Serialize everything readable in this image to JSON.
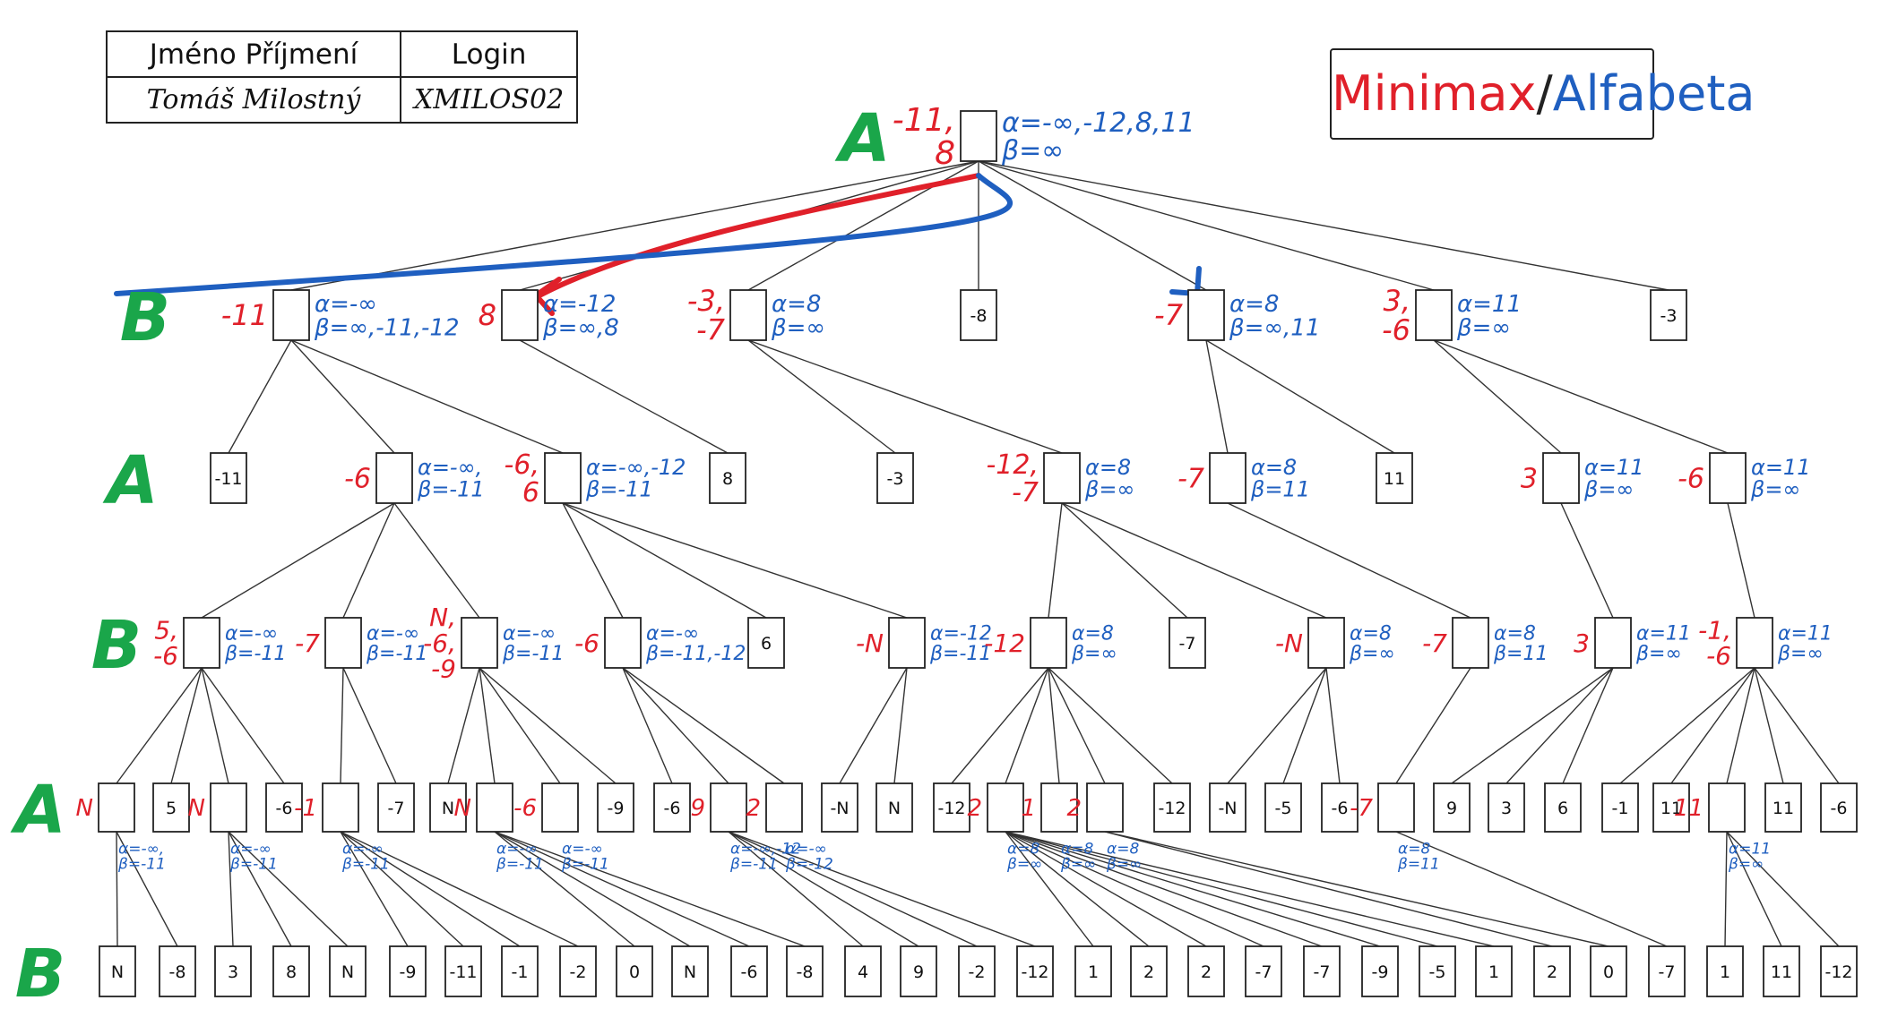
{
  "header_table": {
    "col1_header": "Jméno Příjmení",
    "col2_header": "Login",
    "name": "Tomáš Milostný",
    "login": "XMILOS02"
  },
  "title": {
    "part1": "Minimax",
    "separator": "/",
    "part2": "Alfabeta"
  },
  "colors": {
    "minimax_red": "#e0202a",
    "alfabeta_blue": "#1f5fc0",
    "level_green": "#1aa64a",
    "line": "#333333"
  },
  "level_labels": [
    "A",
    "B",
    "A",
    "B",
    "A",
    "B"
  ],
  "tree": {
    "root": {
      "minimax": [
        "-11,",
        "8"
      ],
      "alfabeta": [
        "α=-∞,-12,8,11",
        "β=∞"
      ]
    },
    "level1": [
      {
        "value": null,
        "minimax": [
          "-11"
        ],
        "alfabeta": [
          "α=-∞",
          "β=∞,-11,-12"
        ]
      },
      {
        "value": null,
        "minimax": [
          "8"
        ],
        "alfabeta": [
          "α=-12",
          "β=∞,8"
        ]
      },
      {
        "value": null,
        "minimax": [
          "-3,",
          "-7"
        ],
        "alfabeta": [
          "α=8",
          "β=∞"
        ]
      },
      {
        "value": "-8",
        "minimax": [],
        "alfabeta": []
      },
      {
        "value": null,
        "minimax": [
          "-7"
        ],
        "alfabeta": [
          "α=8",
          "β=∞,11"
        ]
      },
      {
        "value": null,
        "minimax": [
          "3,",
          "-6"
        ],
        "alfabeta": [
          "α=11",
          "β=∞"
        ]
      },
      {
        "value": "-3",
        "minimax": [],
        "alfabeta": []
      }
    ],
    "level2": [
      {
        "value": "-11"
      },
      {
        "value": null,
        "minimax": [
          "-6"
        ],
        "alfabeta": [
          "α=-∞,",
          "β=-11"
        ]
      },
      {
        "value": null,
        "minimax": [
          "-6,",
          "6"
        ],
        "alfabeta": [
          "α=-∞,-12",
          "β=-11"
        ]
      },
      {
        "value": "8"
      },
      {
        "value": "-3"
      },
      {
        "value": null,
        "minimax": [
          "-12,",
          "-7"
        ],
        "alfabeta": [
          "α=8",
          "β=∞"
        ]
      },
      {
        "value": null,
        "minimax": [
          "-7"
        ],
        "alfabeta": [
          "α=8",
          "β=11"
        ]
      },
      {
        "value": "11"
      },
      {
        "value": null,
        "minimax": [
          "3"
        ],
        "alfabeta": [
          "α=11",
          "β=∞"
        ]
      },
      {
        "value": null,
        "minimax": [
          "-6"
        ],
        "alfabeta": [
          "α=11",
          "β=∞"
        ]
      }
    ],
    "level3": [
      {
        "value": null,
        "minimax": [
          "5,",
          "-6"
        ],
        "alfabeta": [
          "α=-∞",
          "β=-11"
        ]
      },
      {
        "value": null,
        "minimax": [
          "-7"
        ],
        "alfabeta": [
          "α=-∞",
          "β=-11"
        ]
      },
      {
        "value": null,
        "minimax": [
          "N,",
          "-6,",
          "-9"
        ],
        "alfabeta": [
          "α=-∞",
          "β=-11"
        ]
      },
      {
        "value": null,
        "minimax": [
          "-6"
        ],
        "alfabeta": [
          "α=-∞",
          "β=-11,-12"
        ]
      },
      {
        "value": "6"
      },
      {
        "value": null,
        "minimax": [
          "-N"
        ],
        "alfabeta": [
          "α=-12",
          "β=-11"
        ]
      },
      {
        "value": null,
        "minimax": [
          "-12"
        ],
        "alfabeta": [
          "α=8",
          "β=∞"
        ]
      },
      {
        "value": "-7"
      },
      {
        "value": null,
        "minimax": [
          "-N"
        ],
        "alfabeta": [
          "α=8",
          "β=∞"
        ]
      },
      {
        "value": null,
        "minimax": [
          "-7"
        ],
        "alfabeta": [
          "α=8",
          "β=11"
        ]
      },
      {
        "value": null,
        "minimax": [
          "3"
        ],
        "alfabeta": [
          "α=11",
          "β=∞"
        ]
      },
      {
        "value": null,
        "minimax": [
          "-1,",
          "-6"
        ],
        "alfabeta": [
          "α=11",
          "β=∞"
        ]
      }
    ],
    "level4": [
      {
        "value": null,
        "minimax": [
          "N"
        ],
        "alfabeta": [
          "α=-∞,",
          "β=-11"
        ]
      },
      {
        "value": "5"
      },
      {
        "value": null,
        "minimax": [
          "N"
        ],
        "alfabeta": [
          "α=-∞",
          "β=-11"
        ]
      },
      {
        "value": "-6"
      },
      {
        "value": null,
        "minimax": [
          "-1"
        ],
        "alfabeta": [
          "α=-∞",
          "β=-11"
        ]
      },
      {
        "value": "-7"
      },
      {
        "value": "N"
      },
      {
        "value": null,
        "minimax": [
          "N"
        ],
        "alfabeta": [
          "α=-∞",
          "β=-11"
        ]
      },
      {
        "value": null,
        "minimax": [
          "-6"
        ],
        "alfabeta": [
          "α=-∞",
          "β=-11"
        ]
      },
      {
        "value": "-9"
      },
      {
        "value": "-6"
      },
      {
        "value": null,
        "minimax": [
          "9"
        ],
        "alfabeta": [
          "α=-∞,-12",
          "β=-11"
        ]
      },
      {
        "value": null,
        "minimax": [
          "2"
        ],
        "alfabeta": [
          "α=-∞",
          "β=-12"
        ]
      },
      {
        "value": "-N"
      },
      {
        "value": "N"
      },
      {
        "value": "-12"
      },
      {
        "value": null,
        "minimax": [
          "2"
        ],
        "alfabeta": [
          "α=8",
          "β=∞"
        ]
      },
      {
        "value": null,
        "minimax": [
          "1"
        ],
        "alfabeta": [
          "α=8",
          "β=∞"
        ]
      },
      {
        "value": null,
        "minimax": [
          "2"
        ],
        "alfabeta": [
          "α=8",
          "β=∞"
        ]
      },
      {
        "value": "-12"
      },
      {
        "value": "-N"
      },
      {
        "value": "-5"
      },
      {
        "value": "-6"
      },
      {
        "value": null,
        "minimax": [
          "-7"
        ],
        "alfabeta": [
          "α=8",
          "β=11"
        ]
      },
      {
        "value": "9"
      },
      {
        "value": "3"
      },
      {
        "value": "6"
      },
      {
        "value": "-1"
      },
      {
        "value": "11"
      },
      {
        "value": null,
        "minimax": [
          "11"
        ],
        "alfabeta": [
          "α=11",
          "β=∞"
        ]
      },
      {
        "value": "11"
      },
      {
        "value": "-6"
      }
    ],
    "level5": [
      "N",
      "-8",
      "3",
      "8",
      "N",
      "-9",
      "-11",
      "-1",
      "-2",
      "0",
      "N",
      "-6",
      "-8",
      "4",
      "9",
      "-2",
      "-12",
      "1",
      "2",
      "2",
      "-7",
      "-7",
      "-9",
      "-5",
      "1",
      "2",
      "0",
      "-7",
      "1",
      "11",
      "-12"
    ]
  }
}
